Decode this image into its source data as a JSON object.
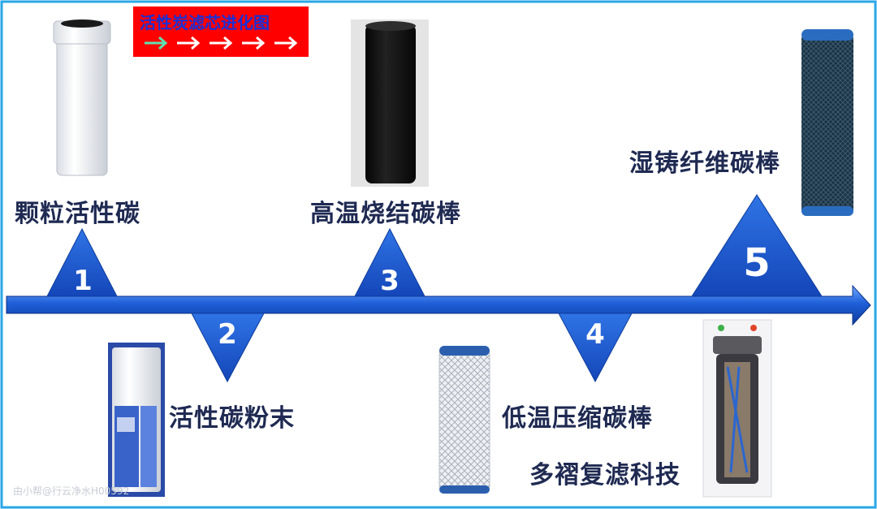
{
  "legend": {
    "title": "活性炭滤芯进化图",
    "arrow_count": 5,
    "first_arrow_color": "#5fe0b0",
    "arrow_color": "#ffffff"
  },
  "stages": [
    {
      "number": "1",
      "name": "颗粒活性碳"
    },
    {
      "number": "2",
      "name": "活性碳粉末"
    },
    {
      "number": "3",
      "name": "高温烧结碳棒"
    },
    {
      "number": "4",
      "name": "低温压缩碳棒"
    },
    {
      "number": "5",
      "name": "湿铸纤维碳棒"
    }
  ],
  "extra_label": "多褶复滤科技",
  "watermark": "由小帮@行云净水H00592",
  "colors": {
    "axis_blue": "#1e63d6",
    "triangle_blue": "#1a56cc",
    "text_dark": "#1f2a52",
    "frame_blue": "#2aa7e6"
  }
}
